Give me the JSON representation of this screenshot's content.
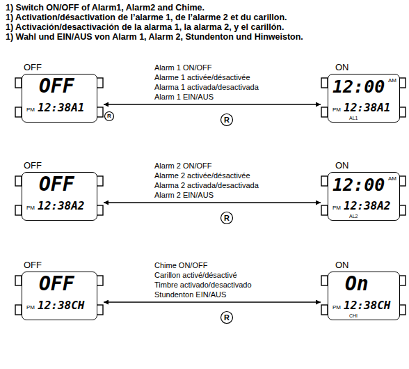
{
  "diagram": {
    "title": "1) Switch ON/OFF of Alarm1, Alarm2 and Chime.",
    "nodes": [
      {
        "text": [
          "OFF",
          "OFF",
          "PM",
          "12:38A1"
        ]
      },
      {
        "text": [
          "ON",
          "12:00",
          "AM",
          "PM",
          "12:38A1",
          "AL1"
        ]
      },
      {
        "text": [
          "OFF",
          "OFF",
          "PM",
          "12:38A2"
        ]
      },
      {
        "text": [
          "ON",
          "12:00",
          "AM",
          "PM",
          "12:38A2",
          "AL2"
        ]
      },
      {
        "text": [
          "OFF",
          "OFF",
          "PM",
          "12:38CH"
        ]
      },
      {
        "text": [
          "ON",
          "On",
          "PM",
          "12:38CH",
          "CHI"
        ]
      }
    ],
    "edges": [
      {
        "from": 0,
        "to": 1,
        "arrow": "both",
        "label": "Alarm 1 ON/OFF"
      },
      {
        "from": 2,
        "to": 3,
        "arrow": "both",
        "label": "Alarm 2 ON/OFF"
      },
      {
        "from": 4,
        "to": 5,
        "arrow": "both",
        "label": "Chime ON/OFF"
      }
    ],
    "labels": [
      "1) Activation/désactivation de l’alarme 1, de l’alarme 2 et du carillon.",
      "1) Activación/desactivación de la alarma 1, la alarma 2, y el carillón.",
      "1) Wahl und EIN/AUS von Alarm 1, Alarm 2, Stundenton und Hinweiston.",
      "R",
      "Alarme 1 activée/désactivée",
      "Alarma 1 activada/desactivada",
      "Alarm 1 EIN/AUS",
      "R",
      "Alarme 2 activée/désactivée",
      "Alarma 2 activada/desactivada",
      "Alarm 2 EIN/AUS",
      "R",
      "Carillon activé/désactivé",
      "Timbre activado/desactivado",
      "Stundenton EIN/AUS",
      "R"
    ]
  }
}
